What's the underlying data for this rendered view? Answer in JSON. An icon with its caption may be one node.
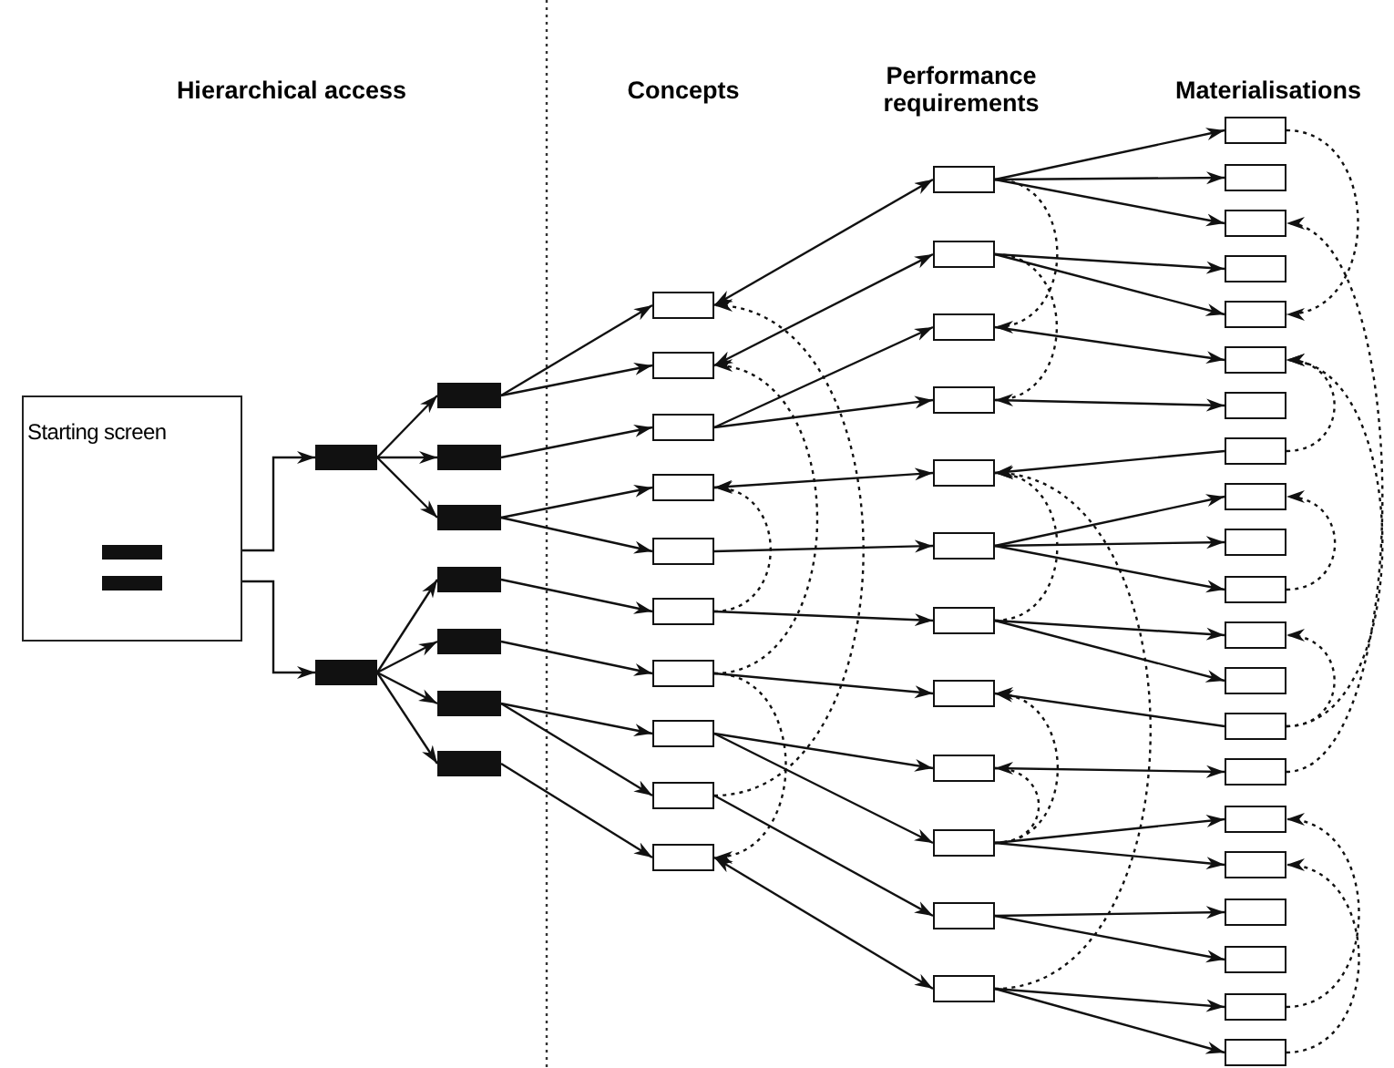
{
  "diagram": {
    "nodes": [
      {
        "text": [
          "Starting screen"
        ]
      },
      {
        "text": [],
        "shape": "bar",
        "in": 0
      },
      {
        "text": [],
        "shape": "bar",
        "in": 0
      },
      {
        "text": [],
        "shape": "bar"
      },
      {
        "text": [],
        "shape": "bar"
      },
      {
        "text": [],
        "shape": "bar"
      },
      {
        "text": [],
        "shape": "bar"
      },
      {
        "text": [],
        "shape": "bar"
      },
      {
        "text": [],
        "shape": "bar"
      },
      {
        "text": [],
        "shape": "bar"
      },
      {
        "text": [],
        "shape": "bar"
      },
      {
        "text": [],
        "shape": "bar"
      },
      {
        "text": [],
        "shape": "box"
      },
      {
        "text": [],
        "shape": "box"
      },
      {
        "text": [],
        "shape": "box"
      },
      {
        "text": [],
        "shape": "box"
      },
      {
        "text": [],
        "shape": "box"
      },
      {
        "text": [],
        "shape": "box"
      },
      {
        "text": [],
        "shape": "box"
      },
      {
        "text": [],
        "shape": "box"
      },
      {
        "text": [],
        "shape": "box"
      },
      {
        "text": [],
        "shape": "box"
      },
      {
        "text": [],
        "shape": "box"
      },
      {
        "text": [],
        "shape": "box"
      },
      {
        "text": [],
        "shape": "box"
      },
      {
        "text": [],
        "shape": "box"
      },
      {
        "text": [],
        "shape": "box"
      },
      {
        "text": [],
        "shape": "box"
      },
      {
        "text": [],
        "shape": "box"
      },
      {
        "text": [],
        "shape": "box"
      },
      {
        "text": [],
        "shape": "box"
      },
      {
        "text": [],
        "shape": "box"
      },
      {
        "text": [],
        "shape": "box"
      },
      {
        "text": [],
        "shape": "box"
      },
      {
        "text": [],
        "shape": "box"
      },
      {
        "text": [],
        "shape": "box"
      },
      {
        "text": [],
        "shape": "box"
      },
      {
        "text": [],
        "shape": "box"
      },
      {
        "text": [],
        "shape": "box"
      },
      {
        "text": [],
        "shape": "box"
      },
      {
        "text": [],
        "shape": "box"
      },
      {
        "text": [],
        "shape": "box"
      },
      {
        "text": [],
        "shape": "box"
      },
      {
        "text": [],
        "shape": "box"
      },
      {
        "text": [],
        "shape": "box"
      },
      {
        "text": [],
        "shape": "box"
      },
      {
        "text": [],
        "shape": "box"
      },
      {
        "text": [],
        "shape": "box"
      },
      {
        "text": [],
        "shape": "box"
      },
      {
        "text": [],
        "shape": "box"
      },
      {
        "text": [],
        "shape": "box"
      },
      {
        "text": [],
        "shape": "box"
      },
      {
        "text": [],
        "shape": "box"
      },
      {
        "text": [],
        "shape": "box"
      },
      {
        "text": [],
        "shape": "box"
      }
    ],
    "edges": [
      {
        "from": 1,
        "to": 3,
        "arrow": "to"
      },
      {
        "from": 2,
        "to": 4,
        "arrow": "to"
      },
      {
        "from": 3,
        "to": 5,
        "arrow": "to"
      },
      {
        "from": 3,
        "to": 6,
        "arrow": "to"
      },
      {
        "from": 3,
        "to": 7,
        "arrow": "to"
      },
      {
        "from": 4,
        "to": 8,
        "arrow": "to"
      },
      {
        "from": 4,
        "to": 9,
        "arrow": "to"
      },
      {
        "from": 4,
        "to": 10,
        "arrow": "to"
      },
      {
        "from": 4,
        "to": 11,
        "arrow": "to"
      },
      {
        "from": 5,
        "to": 12,
        "arrow": "to"
      },
      {
        "from": 5,
        "to": 13,
        "arrow": "to"
      },
      {
        "from": 6,
        "to": 14,
        "arrow": "to"
      },
      {
        "from": 7,
        "to": 15,
        "arrow": "to"
      },
      {
        "from": 7,
        "to": 16,
        "arrow": "to"
      },
      {
        "from": 8,
        "to": 17,
        "arrow": "to"
      },
      {
        "from": 9,
        "to": 18,
        "arrow": "to"
      },
      {
        "from": 10,
        "to": 19,
        "arrow": "to"
      },
      {
        "from": 10,
        "to": 20,
        "arrow": "to"
      },
      {
        "from": 11,
        "to": 21,
        "arrow": "to"
      },
      {
        "from": 22,
        "to": 12,
        "arrow": "both"
      },
      {
        "from": 23,
        "to": 13,
        "arrow": "both"
      },
      {
        "from": 14,
        "to": 24,
        "arrow": "to"
      },
      {
        "from": 14,
        "to": 25,
        "arrow": "to"
      },
      {
        "from": 26,
        "to": 15,
        "arrow": "both"
      },
      {
        "from": 16,
        "to": 27,
        "arrow": "to"
      },
      {
        "from": 17,
        "to": 28,
        "arrow": "to"
      },
      {
        "from": 18,
        "to": 29,
        "arrow": "to"
      },
      {
        "from": 19,
        "to": 30,
        "arrow": "to"
      },
      {
        "from": 19,
        "to": 31,
        "arrow": "to"
      },
      {
        "from": 20,
        "to": 32,
        "arrow": "to"
      },
      {
        "from": 33,
        "to": 21,
        "arrow": "both"
      },
      {
        "from": 22,
        "to": 34,
        "arrow": "to"
      },
      {
        "from": 22,
        "to": 35,
        "arrow": "to"
      },
      {
        "from": 22,
        "to": 36,
        "arrow": "to"
      },
      {
        "from": 23,
        "to": 37,
        "arrow": "to"
      },
      {
        "from": 23,
        "to": 38,
        "arrow": "to"
      },
      {
        "from": 24,
        "to": 39,
        "arrow": "to"
      },
      {
        "from": 25,
        "to": 40,
        "arrow": "to"
      },
      {
        "from": 41,
        "to": 26,
        "arrow": "to"
      },
      {
        "from": 27,
        "to": 42,
        "arrow": "to"
      },
      {
        "from": 27,
        "to": 43,
        "arrow": "to"
      },
      {
        "from": 27,
        "to": 44,
        "arrow": "to"
      },
      {
        "from": 28,
        "to": 45,
        "arrow": "to"
      },
      {
        "from": 28,
        "to": 46,
        "arrow": "to"
      },
      {
        "from": 47,
        "to": 29,
        "arrow": "to"
      },
      {
        "from": 30,
        "to": 48,
        "arrow": "to"
      },
      {
        "from": 31,
        "to": 49,
        "arrow": "to"
      },
      {
        "from": 31,
        "to": 50,
        "arrow": "to"
      },
      {
        "from": 32,
        "to": 51,
        "arrow": "to"
      },
      {
        "from": 32,
        "to": 52,
        "arrow": "to"
      },
      {
        "from": 33,
        "to": 53,
        "arrow": "to"
      },
      {
        "from": 33,
        "to": 54,
        "arrow": "to"
      },
      {
        "from": 20,
        "to": 12,
        "arrow": "to",
        "style": "dashed"
      },
      {
        "from": 18,
        "to": 13,
        "arrow": "to",
        "style": "dashed"
      },
      {
        "from": 17,
        "to": 15,
        "arrow": "to",
        "style": "dashed"
      },
      {
        "from": 18,
        "to": 21,
        "arrow": "to",
        "style": "dashed"
      },
      {
        "from": 22,
        "to": 24,
        "arrow": "to",
        "style": "dashed"
      },
      {
        "from": 23,
        "to": 25,
        "arrow": "to",
        "style": "dashed"
      },
      {
        "from": 28,
        "to": 26,
        "arrow": "to",
        "style": "dashed"
      },
      {
        "from": 33,
        "to": 26,
        "arrow": "to",
        "style": "dashed"
      },
      {
        "from": 31,
        "to": 29,
        "arrow": "to",
        "style": "dashed"
      },
      {
        "from": 31,
        "to": 30,
        "arrow": "to",
        "style": "dashed"
      },
      {
        "from": 34,
        "to": 38,
        "arrow": "to",
        "style": "dashed"
      },
      {
        "from": 48,
        "to": 36,
        "arrow": "to",
        "style": "dashed"
      },
      {
        "from": 41,
        "to": 39,
        "arrow": "to",
        "style": "dashed"
      },
      {
        "from": 47,
        "to": 39,
        "arrow": "to",
        "style": "dashed"
      },
      {
        "from": 47,
        "to": 45,
        "arrow": "to",
        "style": "dashed"
      },
      {
        "from": 44,
        "to": 42,
        "arrow": "to",
        "style": "dashed"
      },
      {
        "from": 53,
        "to": 49,
        "arrow": "to",
        "style": "dashed"
      },
      {
        "from": 54,
        "to": 50,
        "arrow": "to",
        "style": "dashed"
      }
    ],
    "labels": [
      "Hierarchical access",
      "Concepts",
      "Performance requirements",
      "Materialisations"
    ]
  }
}
